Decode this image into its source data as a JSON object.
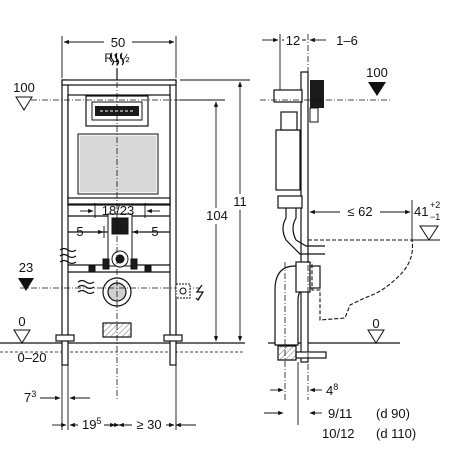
{
  "dimensions": {
    "frame_width": "50",
    "supply_thread": "R1½",
    "depth_top": "12",
    "offset_top": "1–6",
    "height_total": "11",
    "height_frame": "104",
    "cistern_ref_left": "100",
    "cistern_ref_right": "100",
    "drain_height": "23",
    "floor_left": "0",
    "floor_right": "0",
    "floor_range": "0–20",
    "centre_span": "18/23",
    "side_left": "5",
    "side_right": "5",
    "bowl_reach": "≤ 62",
    "bowl_height_base": "41",
    "bowl_tol_plus": "+2",
    "bowl_tol_minus": "−1",
    "leg_offset_base": "7",
    "leg_offset_sup": "3",
    "axis_offset_base": "19",
    "axis_offset_sup": "5",
    "min_clearance": "≥ 30",
    "pipe_offset_base": "4",
    "pipe_offset_sup": "8",
    "drain_d90": "9/11",
    "drain_d90_note": "(d 90)",
    "drain_d110": "10/12",
    "drain_d110_note": "(d 110)"
  },
  "colors": {
    "line": "#111111",
    "fill_dark": "#1a1a1a",
    "fill_mid": "#bdbdbd",
    "fill_light": "#f2f2f2"
  },
  "icons": [
    "water-supply-icon",
    "power-socket-icon",
    "electric-bolt-icon",
    "drain-flow-icon"
  ]
}
